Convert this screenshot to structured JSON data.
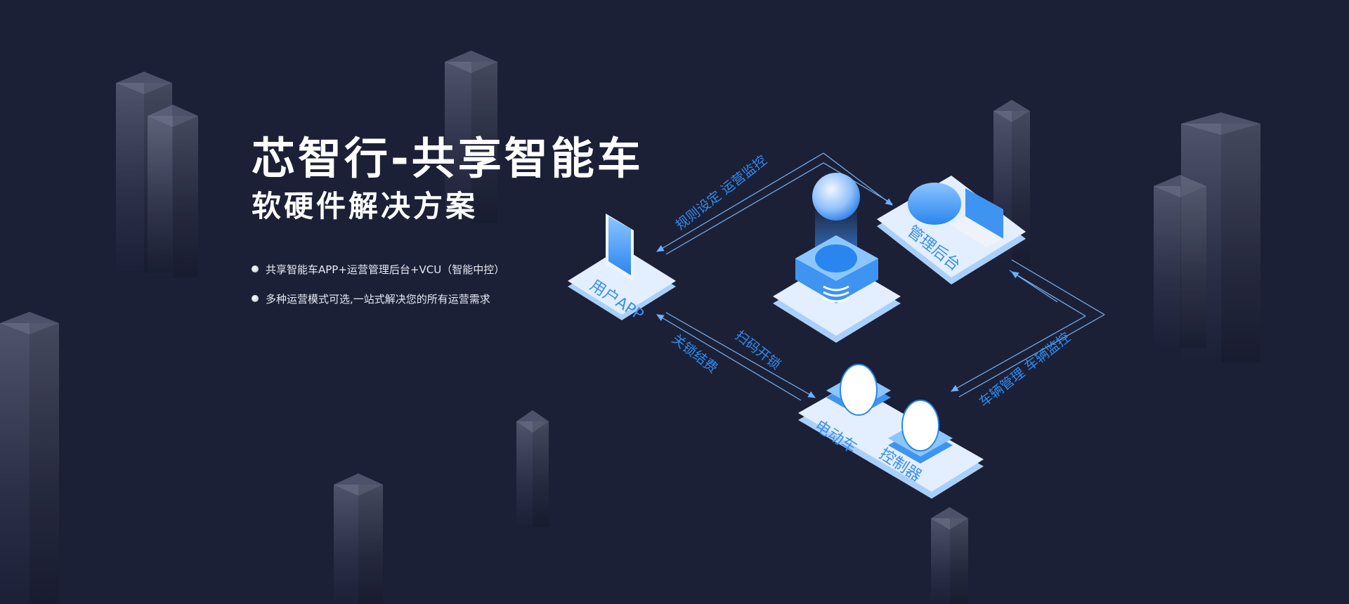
{
  "hero": {
    "title": "芯智行-共享智能车",
    "subtitle": "软硬件解决方案",
    "bullets": [
      "共享智能车APP+运营管理后台+VCU（智能中控）",
      "多种运营模式可选,一站式解决您的所有运营需求"
    ]
  },
  "diagram": {
    "nodes": {
      "user_app": "用户APP",
      "admin": "管理后台",
      "ebike": "电动车",
      "controller": "控制器"
    },
    "flows": {
      "top": "规则设定 运营监控",
      "right": "车辆管理  车辆监控",
      "scan": "扫码开锁",
      "lock": "关锁结费"
    }
  },
  "colors": {
    "background": "#1c2037",
    "accent": "#2f8cf0",
    "platform": "#dcebfd"
  }
}
